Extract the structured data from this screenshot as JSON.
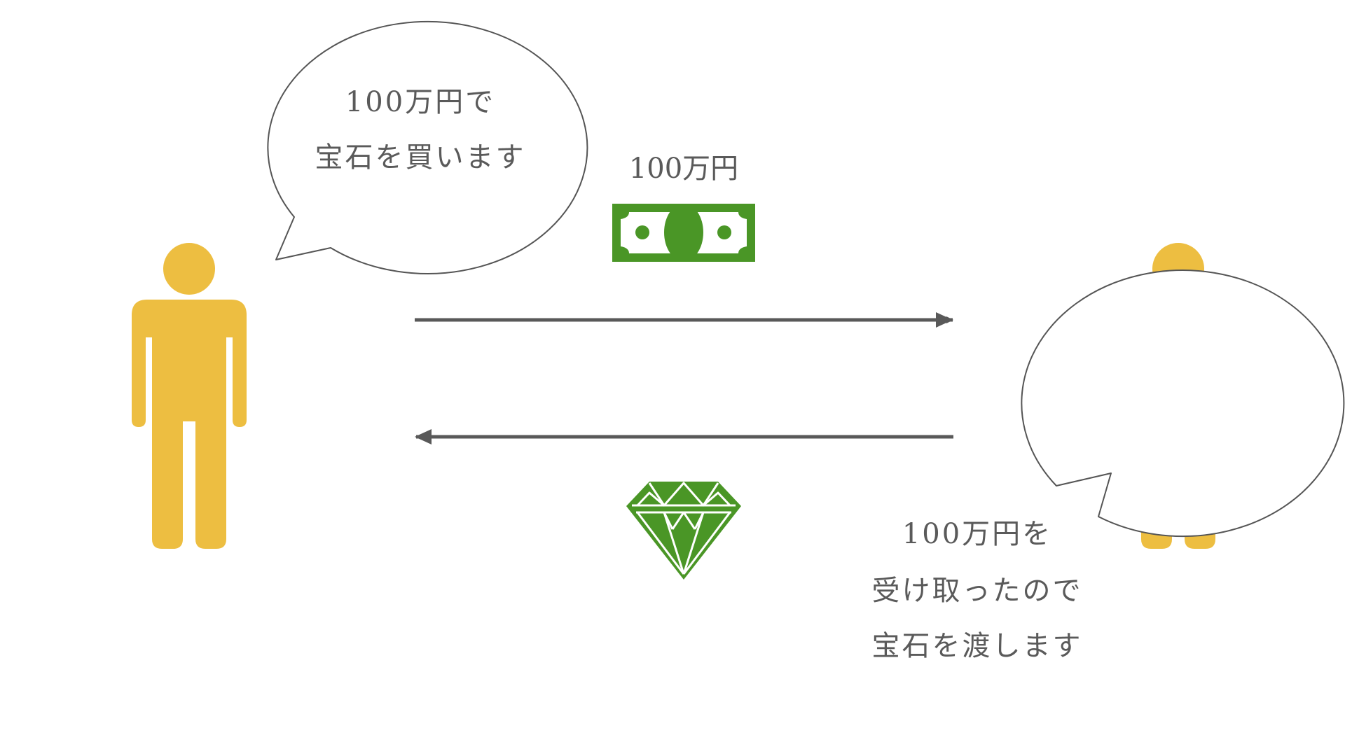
{
  "colors": {
    "person": "#EDBE41",
    "icon_green": "#4A9626",
    "arrow": "#595959",
    "bubble_stroke": "#555555",
    "text": "#5a5a5a"
  },
  "buyer": {
    "icon": "person-icon",
    "speech": {
      "line1": "100万円で",
      "line2": "宝石を買います"
    }
  },
  "seller": {
    "icon": "person-icon",
    "speech": {
      "line1": "100万円を",
      "line2": "受け取ったので",
      "line3": "宝石を渡します"
    }
  },
  "money": {
    "label": "100万円",
    "icon": "banknote-icon"
  },
  "gem": {
    "icon": "diamond-icon"
  },
  "arrows": {
    "payment": "buyer-to-seller",
    "delivery": "seller-to-buyer"
  }
}
